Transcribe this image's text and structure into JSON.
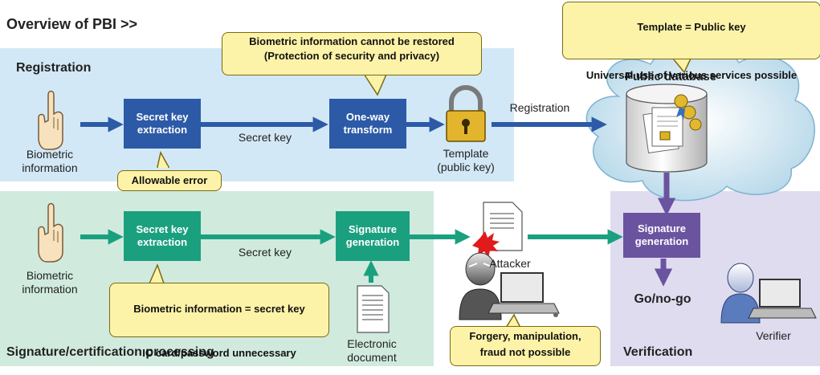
{
  "title": "Overview of PBI >>",
  "colors": {
    "registration_bg": "#d2e8f6",
    "processing_bg": "#d0eade",
    "verification_bg": "#dfdcef",
    "blue_box": "#2c5aa7",
    "green_box": "#1ba07f",
    "purple_box": "#6a54a0",
    "callout": "#fdf3a8"
  },
  "sections": {
    "registration": "Registration",
    "processing": "Signature/certification processing",
    "verification": "Verification"
  },
  "registration": {
    "input_label": "Biometric\ninformation",
    "extract": "Secret key\nextraction",
    "secret_key": "Secret key",
    "transform": "One-way\ntransform",
    "template": "Template\n(public key)",
    "arrow_label": "Registration",
    "database": "Public database"
  },
  "processing": {
    "input_label": "Biometric\ninformation",
    "extract": "Secret key\nextraction",
    "secret_key": "Secret key",
    "signature": "Signature\ngeneration",
    "document": "Electronic\ndocument",
    "attacker": "Attacker"
  },
  "verification": {
    "signature": "Signature\ngeneration",
    "result": "Go/no-go",
    "verifier": "Verifier"
  },
  "callouts": {
    "restore": "Biometric information cannot be restored\n(Protection of security and privacy)",
    "template_top": "Template = Public key",
    "template_bottom": "Universal use of various services possible",
    "allowable": "Allowable error",
    "key_top": "Biometric information = secret key",
    "key_bottom": "IC card/password unnecessary",
    "forgery": "Forgery, manipulation,\nfraud not possible"
  }
}
